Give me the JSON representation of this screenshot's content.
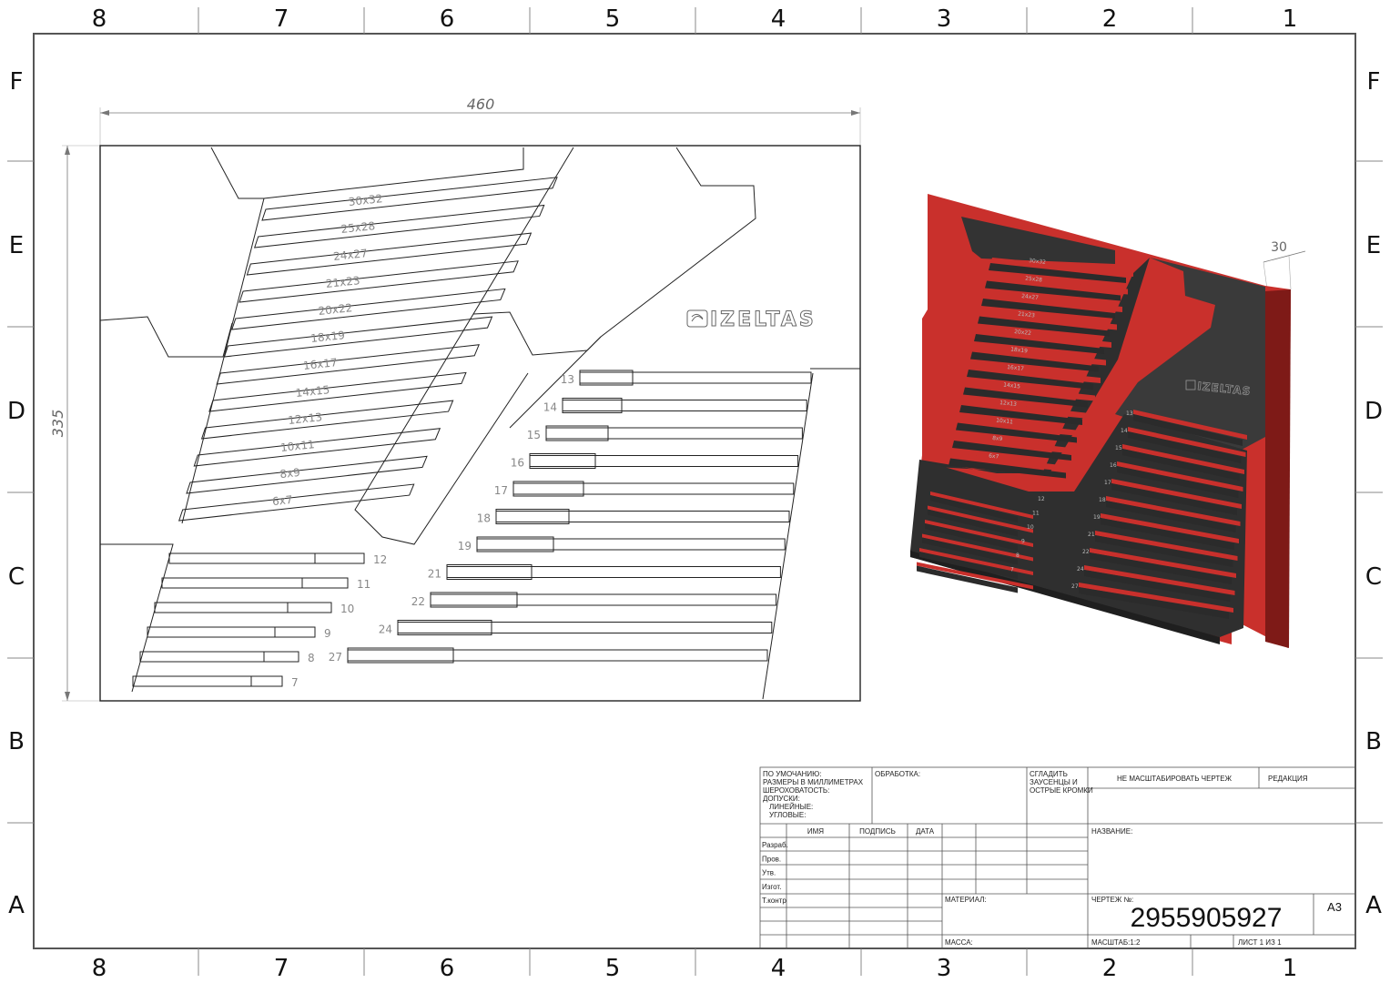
{
  "zones": {
    "columns": [
      "8",
      "7",
      "6",
      "5",
      "4",
      "3",
      "2",
      "1"
    ],
    "rows": [
      "F",
      "E",
      "D",
      "C",
      "B",
      "A"
    ]
  },
  "dimensions": {
    "width": "460",
    "height": "335",
    "thickness": "30"
  },
  "logo": "IZELTAS",
  "combo_slots": [
    "30x32",
    "25x28",
    "24x27",
    "21x23",
    "20x22",
    "18x19",
    "16x17",
    "14x15",
    "12x13",
    "10x11",
    "8x9",
    "6x7"
  ],
  "right_slots": [
    "13",
    "14",
    "15",
    "16",
    "17",
    "18",
    "19",
    "21",
    "22",
    "24",
    "27"
  ],
  "left_slots": [
    "12",
    "11",
    "10",
    "9",
    "8",
    "7"
  ],
  "title_block": {
    "defaults_lines": [
      "ПО УМОЧАНИЮ:",
      "РАЗМЕРЫ В МИЛЛИМЕТРАХ",
      "ШЕРОХОВАТОСТЬ:",
      "ДОПУСКИ:",
      "ЛИНЕЙНЫЕ:",
      "УГЛОВЫЕ:"
    ],
    "finish": "ОБРАБОТКА:",
    "deburr_lines": [
      "СГЛАДИТЬ",
      "ЗАУСЕНЦЫ И",
      "ОСТРЫЕ КРОМКИ"
    ],
    "no_scale": "НЕ МАСШТАБИРОВАТЬ ЧЕРТЕЖ",
    "revision": "РЕДАКЦИЯ",
    "col_name": "ИМЯ",
    "col_sign": "ПОДПИСЬ",
    "col_date": "ДАТА",
    "rows": [
      "Разраб.",
      "Пров.",
      "Утв.",
      "Изгот.",
      "Т.контр"
    ],
    "title_label": "НАЗВАНИЕ:",
    "material": "МАТЕРИАЛ:",
    "drawing_no_label": "ЧЕРТЕЖ №:",
    "drawing_no": "2955905927",
    "size": "A3",
    "mass": "МАССА:",
    "scale": "МАСШТАБ:1:2",
    "sheet": "ЛИСТ 1 ИЗ 1"
  }
}
